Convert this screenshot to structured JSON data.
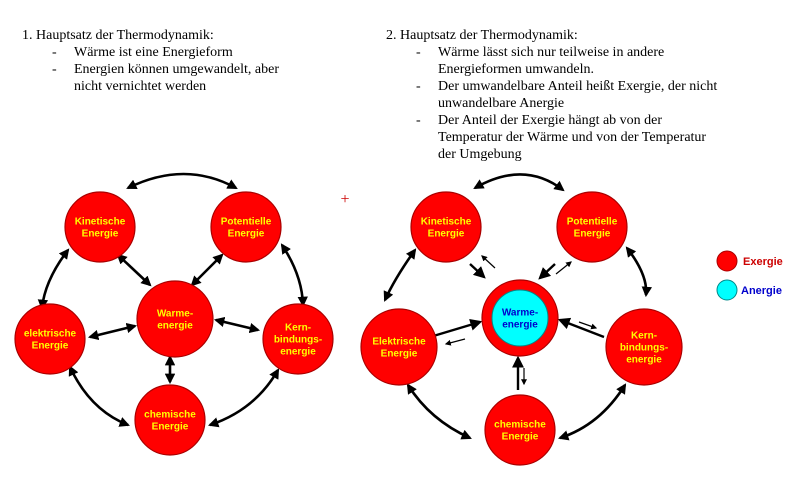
{
  "law1": {
    "heading": "1. Hauptsatz der Thermodynamik:",
    "bullets": [
      [
        "Wärme ist eine Energieform"
      ],
      [
        "Energien können umgewandelt, aber",
        "nicht vernichtet werden"
      ]
    ]
  },
  "law2": {
    "heading": "2. Hauptsatz der Thermodynamik:",
    "bullets": [
      [
        "Wärme lässt sich nur teilweise in andere",
        "Energieformen umwandeln."
      ],
      [
        "Der umwandelbare Anteil heißt Exergie, der nicht",
        "unwandelbare Anergie"
      ],
      [
        "Der Anteil der Exergie hängt ab von der",
        "Temperatur  der Wärme und von der Temperatur",
        "der Umgebung"
      ]
    ]
  },
  "plus_sign": "+",
  "diagram_left": {
    "nodes": [
      {
        "id": "kin",
        "lines": [
          "Kinetische",
          "Energie"
        ]
      },
      {
        "id": "pot",
        "lines": [
          "Potentielle",
          "Energie"
        ]
      },
      {
        "id": "warme",
        "lines": [
          "Warme-",
          "energie"
        ]
      },
      {
        "id": "elek",
        "lines": [
          "elektrische",
          "Energie"
        ]
      },
      {
        "id": "kern",
        "lines": [
          "Kern-",
          "bindungs-",
          "energie"
        ]
      },
      {
        "id": "chem",
        "lines": [
          "chemische",
          "Energie"
        ]
      }
    ]
  },
  "diagram_right": {
    "nodes": [
      {
        "id": "kin",
        "lines": [
          "Kinetische",
          "Energie"
        ]
      },
      {
        "id": "pot",
        "lines": [
          "Potentielle",
          "Energie"
        ]
      },
      {
        "id": "warme",
        "lines": [
          "Warme-",
          "energie"
        ]
      },
      {
        "id": "elek",
        "lines": [
          "Elektrische",
          "Energie"
        ]
      },
      {
        "id": "kern",
        "lines": [
          "Kern-",
          "bindungs-",
          "energie"
        ]
      },
      {
        "id": "chem",
        "lines": [
          "chemische",
          "Energie"
        ]
      }
    ]
  },
  "legend": [
    {
      "label": "Exergie",
      "color": "#ff0000",
      "text_color": "#cc0000"
    },
    {
      "label": "Anergie",
      "color": "#00ffff",
      "text_color": "#0000cc"
    }
  ],
  "colors": {
    "node_fill": "#ff0000",
    "node_stroke": "#aa0000",
    "label": "#ffff00",
    "anergie": "#00ffff",
    "arrow": "#000000"
  }
}
